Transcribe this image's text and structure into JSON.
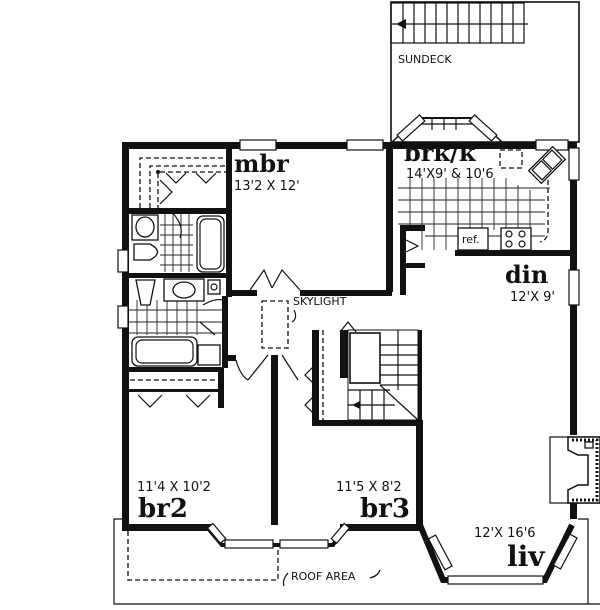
{
  "plan": {
    "rooms": {
      "sundeck": {
        "label": "SUNDECK"
      },
      "mbr": {
        "label": "mbr",
        "dims": "13'2 X 12'"
      },
      "brk": {
        "label": "brk/k",
        "dims": "14'X9' & 10'6"
      },
      "din": {
        "label": "din",
        "dims": "12'X 9'"
      },
      "br2": {
        "label": "br2",
        "dims": "11'4 X 10'2"
      },
      "br3": {
        "label": "br3",
        "dims": "11'5 X 8'2"
      },
      "liv": {
        "label": "liv",
        "dims": "12'X 16'6"
      }
    },
    "notes": {
      "skylight": "SKYLIGHT",
      "roof_area": "ROOF AREA",
      "ref": "ref."
    }
  }
}
